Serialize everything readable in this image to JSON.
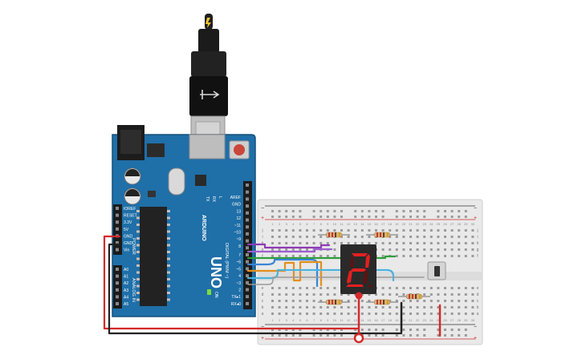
{
  "colors": {
    "board": "#1f6fa8",
    "board_edge": "#15507c",
    "breadboard": "#e9e9e9",
    "rail_red": "#d12b2b",
    "rail_dark": "#333333",
    "segment_on": "#e12020",
    "display_body": "#2a2a2a",
    "wire_red": "#d42a2a",
    "wire_black": "#222222",
    "wire_purple": "#8e3bb5",
    "wire_green": "#2f9e3b",
    "wire_blue": "#3b84d6",
    "wire_orange": "#e38f1d",
    "wire_lightblue": "#4ab3de",
    "wire_gray": "#9a9a9a"
  },
  "arduino": {
    "brand": "ARDUINO",
    "model": "UNO",
    "on_label": "ON",
    "tx_label": "TX",
    "rx_label": "RX",
    "l_label": "L",
    "icsp_label": "ICSP",
    "digital_label": "DIGITAL (PWM ~)",
    "power_label": "POWER",
    "analog_label": "ANALOG IN",
    "top_header_labels": [
      "AREF",
      "GND",
      "13",
      "12",
      "~11",
      "~10",
      "~9",
      "8"
    ],
    "side_digital_labels": [
      "7",
      "~6",
      "~5",
      "4",
      "~3",
      "2",
      "TX▸1",
      "RX◂0"
    ],
    "power_pins": [
      "IOREF",
      "RESET",
      "3.3V",
      "5V",
      "GND",
      "GND",
      "Vin"
    ],
    "analog_pins": [
      "A0",
      "A1",
      "A2",
      "A3",
      "A4",
      "A5"
    ]
  },
  "breadboard": {
    "row_letters_top": [
      "j",
      "i",
      "h",
      "g",
      "f"
    ],
    "row_letters_bottom": [
      "e",
      "d",
      "c",
      "b",
      "a"
    ],
    "column_numbers": [
      "1",
      "2",
      "3",
      "4",
      "5",
      "6",
      "7",
      "8",
      "9",
      "10",
      "11",
      "12",
      "13",
      "14",
      "15",
      "16",
      "17",
      "18",
      "19",
      "20",
      "21",
      "22",
      "23",
      "24",
      "25",
      "26",
      "27",
      "28",
      "29",
      "30"
    ],
    "plus_sign": "+",
    "minus_sign": "−"
  },
  "display": {
    "digit": "2"
  }
}
